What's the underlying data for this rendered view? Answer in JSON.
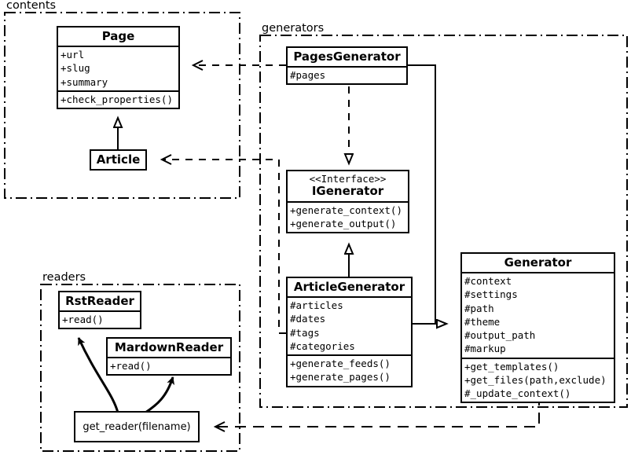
{
  "diagram": {
    "type": "uml-class-diagram",
    "packages": [
      {
        "id": "contents",
        "label": "contents"
      },
      {
        "id": "generators",
        "label": "generators"
      },
      {
        "id": "readers",
        "label": "readers"
      }
    ],
    "classes": [
      {
        "id": "page",
        "name": "Page",
        "stereotype": "",
        "attributes": [
          "+url",
          "+slug",
          "+summary"
        ],
        "operations": [
          "+check_properties()"
        ],
        "package": "contents"
      },
      {
        "id": "article",
        "name": "Article",
        "stereotype": "",
        "attributes": [],
        "operations": [],
        "package": "contents"
      },
      {
        "id": "pages_generator",
        "name": "PagesGenerator",
        "stereotype": "",
        "attributes": [
          "#pages"
        ],
        "operations": [],
        "package": "generators"
      },
      {
        "id": "igenerator",
        "name": "IGenerator",
        "stereotype": "<<Interface>>",
        "attributes": [],
        "operations": [
          "+generate_context()",
          "+generate_output()"
        ],
        "package": "generators"
      },
      {
        "id": "article_generator",
        "name": "ArticleGenerator",
        "stereotype": "",
        "attributes": [
          "#articles",
          "#dates",
          "#tags",
          "#categories"
        ],
        "operations": [
          "+generate_feeds()",
          "+generate_pages()"
        ],
        "package": "generators"
      },
      {
        "id": "generator",
        "name": "Generator",
        "stereotype": "",
        "attributes": [
          "#context",
          "#settings",
          "#path",
          "#theme",
          "#output_path",
          "#markup"
        ],
        "operations": [
          "+get_templates()",
          "+get_files(path,exclude)",
          "#_update_context()"
        ],
        "package": "generators"
      },
      {
        "id": "rst_reader",
        "name": "RstReader",
        "stereotype": "",
        "attributes": [],
        "operations": [
          "+read()"
        ],
        "package": "readers"
      },
      {
        "id": "mardown_reader",
        "name": "MardownReader",
        "stereotype": "",
        "attributes": [],
        "operations": [
          "+read()"
        ],
        "package": "readers"
      }
    ],
    "functions": [
      {
        "id": "get_reader",
        "label": "get_reader(filename)",
        "package": "readers"
      }
    ],
    "relations": [
      {
        "from": "article",
        "to": "page",
        "type": "generalization"
      },
      {
        "from": "pages_generator",
        "to": "igenerator",
        "type": "realization"
      },
      {
        "from": "article_generator",
        "to": "igenerator",
        "type": "generalization"
      },
      {
        "from": "pages_generator",
        "to": "generator",
        "type": "generalization"
      },
      {
        "from": "article_generator",
        "to": "generator",
        "type": "generalization"
      },
      {
        "from": "pages_generator",
        "to": "page",
        "type": "dependency"
      },
      {
        "from": "article_generator",
        "to": "article",
        "type": "dependency"
      },
      {
        "from": "generator",
        "to": "get_reader",
        "type": "dependency"
      },
      {
        "from": "get_reader",
        "to": "rst_reader",
        "type": "call"
      },
      {
        "from": "get_reader",
        "to": "mardown_reader",
        "type": "call"
      }
    ],
    "colors": {
      "stroke": "#000000",
      "background": "#ffffff"
    }
  }
}
